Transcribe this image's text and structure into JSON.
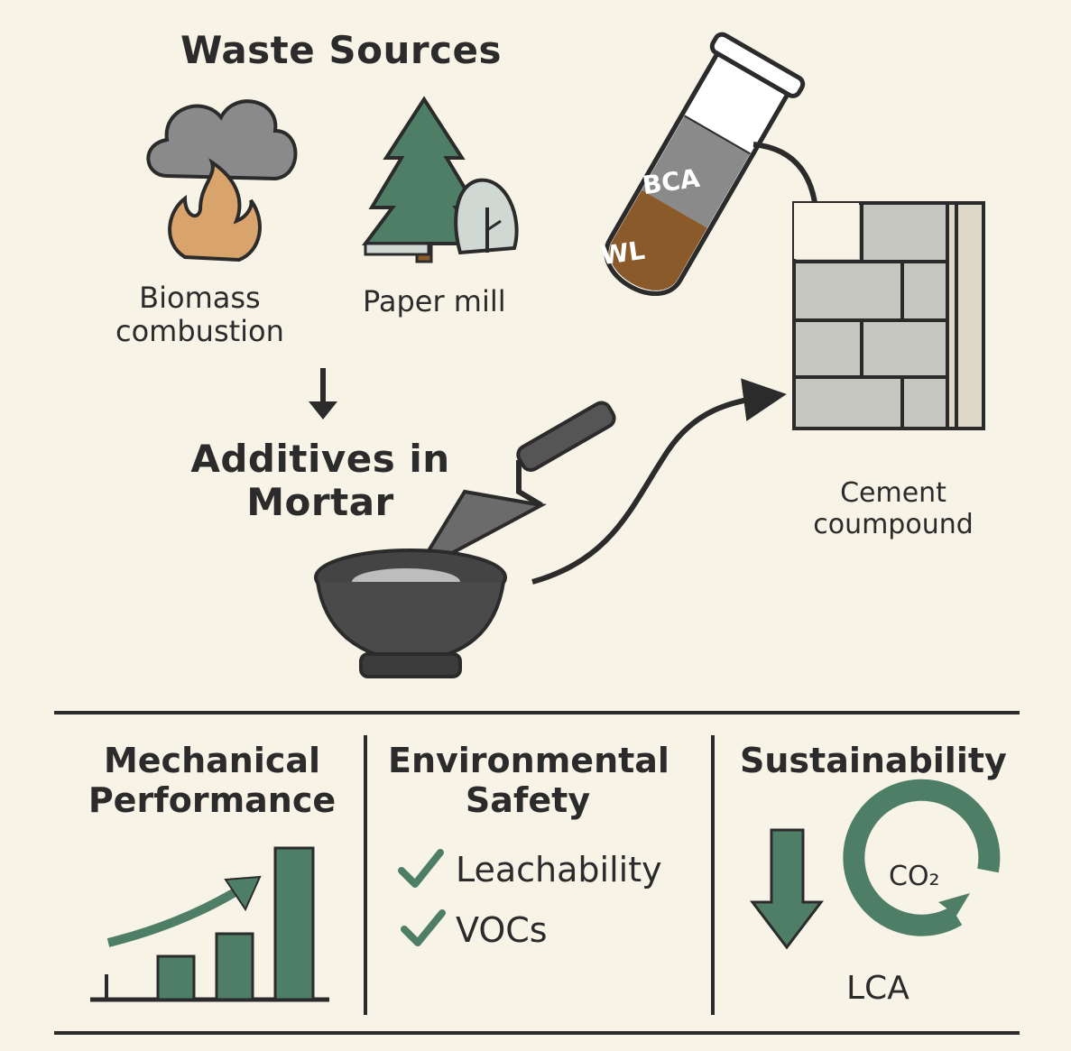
{
  "waste_sources": {
    "title": "Waste Sources",
    "biomass_label": "Biomass\ncombustion",
    "papermill_label": "Paper mill"
  },
  "tube": {
    "top_label": "BCA",
    "bottom_label": "WL"
  },
  "additives": {
    "title": "Additives in\nMortar"
  },
  "cement": {
    "label": "Cement\ncoumpound"
  },
  "panels": {
    "mechanical": {
      "title": "Mechanical\nPerformance"
    },
    "environmental": {
      "title": "Environmental\nSafety",
      "checks": [
        "Leachability",
        "VOCs"
      ]
    },
    "sustainability": {
      "title": "Sustainability",
      "co2_label": "CO₂",
      "lca_label": "LCA"
    }
  },
  "colors": {
    "background": "#f7f3e7",
    "green": "#4e7f66",
    "dark": "#2b2b2b",
    "flame": "#d9a46b",
    "cloud": "#8a8a8a",
    "brown": "#8a5a2b",
    "gray_block": "#c7c7c2"
  }
}
